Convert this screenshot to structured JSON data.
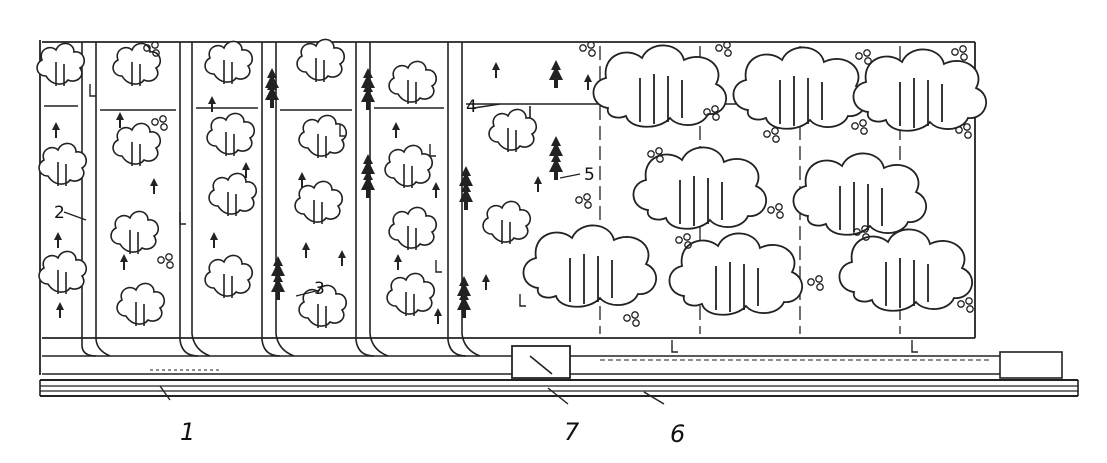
{
  "figure": {
    "title": "",
    "ink_color": "#1a1a1a",
    "paper_color": "#ffffff",
    "callouts": {
      "one": "1",
      "two": "2",
      "three": "3",
      "four": "4",
      "five": "5",
      "six": "6",
      "seven": "7"
    },
    "symbols": [
      "deciduous-tree-icon",
      "conifer-tree-icon",
      "shrub-cluster-icon"
    ]
  }
}
